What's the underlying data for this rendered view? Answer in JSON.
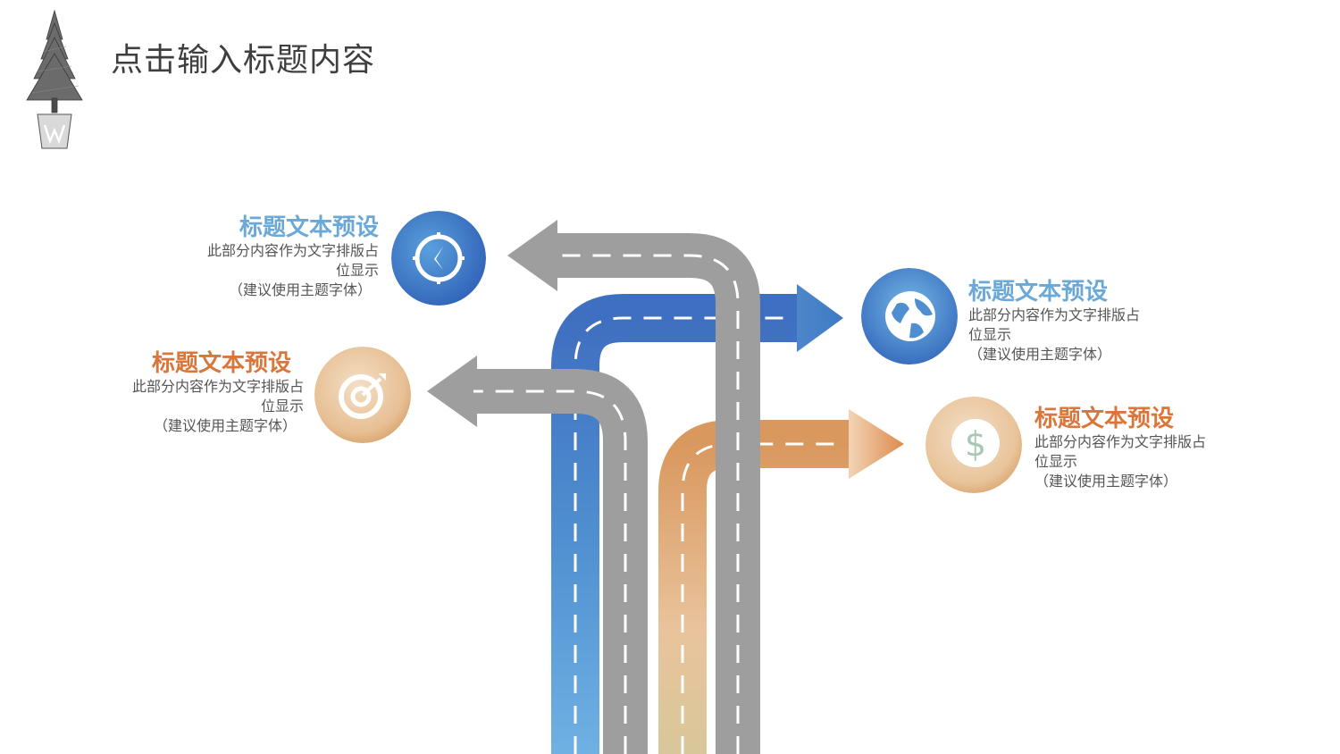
{
  "page": {
    "title": "点击输入标题内容"
  },
  "items": [
    {
      "title": "标题文本预设",
      "line1": "此部分内容作为文字排版占",
      "line2": "位显示",
      "note": "（建议使用主题字体）",
      "icon": "compass-icon"
    },
    {
      "title": "标题文本预设",
      "line1": "此部分内容作为文字排版占",
      "line2": "位显示",
      "note": "（建议使用主题字体）",
      "icon": "target-icon"
    },
    {
      "title": "标题文本预设",
      "line1": "此部分内容作为文字排版占",
      "line2": "位显示",
      "note": "（建议使用主题字体）",
      "icon": "globe-icon"
    },
    {
      "title": "标题文本预设",
      "line1": "此部分内容作为文字排版占",
      "line2": "位显示",
      "note": "（建议使用主题字体）",
      "icon": "dollar-icon"
    }
  ],
  "colors": {
    "blue_title": "#6aa8d8",
    "orange_title": "#d9763b",
    "road_gray": "#9e9e9e",
    "road_blue": "#3e78c2",
    "road_orange": "#dba46f"
  }
}
